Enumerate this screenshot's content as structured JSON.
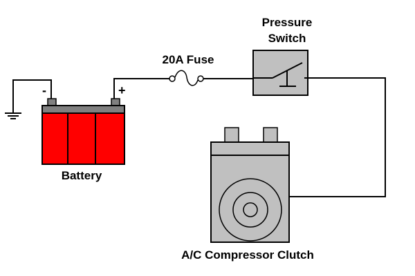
{
  "diagram": {
    "title": "A/C compressor clutch circuit",
    "components": {
      "battery": {
        "label": "Battery",
        "neg_sign": "-",
        "pos_sign": "+",
        "cell_count": 3,
        "color": "#ff0000",
        "cap_color": "#808080"
      },
      "fuse": {
        "label": "20A Fuse"
      },
      "pressure_switch": {
        "label_line1": "Pressure",
        "label_line2": "Switch",
        "color": "#c0c0c0"
      },
      "compressor_clutch": {
        "label": "A/C Compressor Clutch",
        "color": "#c0c0c0"
      },
      "ground": {
        "label": ""
      }
    },
    "connections": [
      "ground -> battery negative",
      "battery positive -> 20A fuse",
      "20A fuse -> pressure switch",
      "pressure switch -> A/C compressor clutch"
    ]
  }
}
